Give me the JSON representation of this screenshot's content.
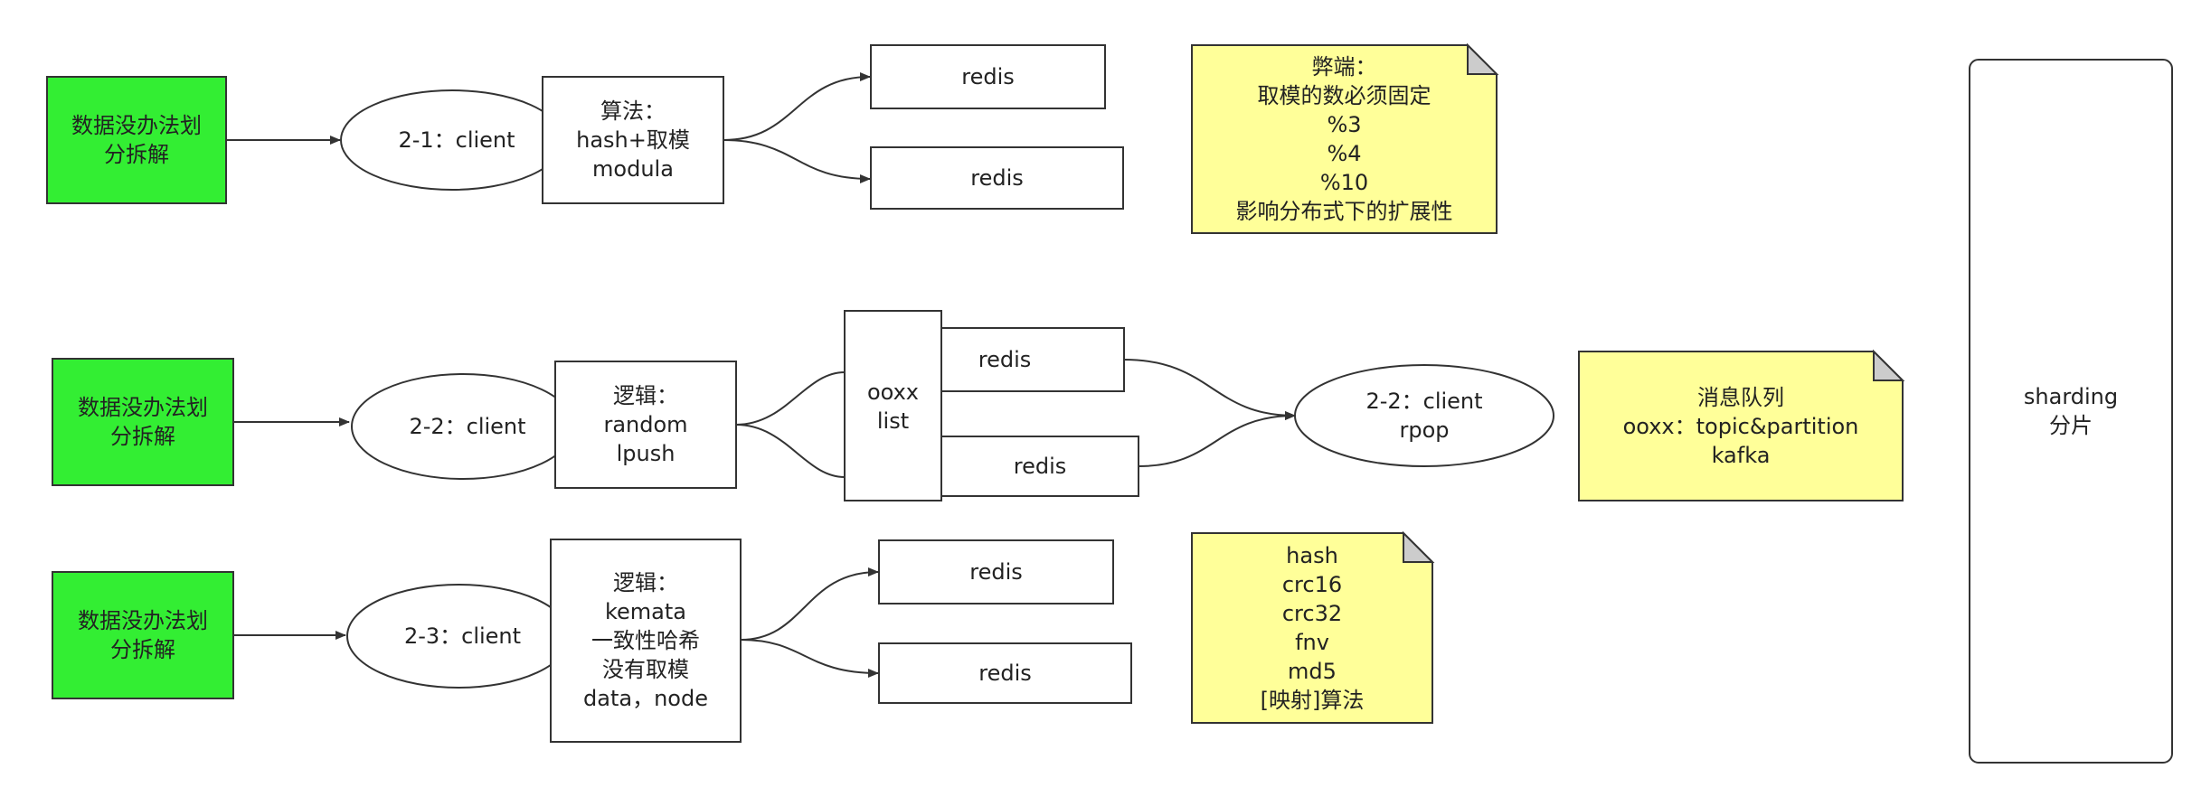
{
  "row1": {
    "source": [
      "数据没办法划",
      "分拆解"
    ],
    "client": "2-1：client",
    "algo": [
      "算法：",
      "hash+取模",
      "modula"
    ],
    "redis_a": "redis",
    "redis_b": "redis",
    "note": [
      "弊端：",
      "取模的数必须固定",
      "%3",
      "%4",
      "%10",
      "影响分布式下的扩展性"
    ]
  },
  "row2": {
    "source": [
      "数据没办法划",
      "分拆解"
    ],
    "client": "2-2：client",
    "logic": [
      "逻辑：",
      "random",
      "lpush"
    ],
    "list": [
      "ooxx",
      "list"
    ],
    "redis_a": "redis",
    "redis_b": "redis",
    "consumer": [
      "2-2：client",
      "rpop"
    ],
    "note": [
      "消息队列",
      "ooxx：topic&partition",
      "kafka"
    ]
  },
  "row3": {
    "source": [
      "数据没办法划",
      "分拆解"
    ],
    "client": "2-3：client",
    "logic": [
      "逻辑：",
      "kemata",
      "一致性哈希",
      "没有取模",
      "data，node"
    ],
    "redis_a": "redis",
    "redis_b": "redis",
    "note": [
      "hash",
      "crc16",
      "crc32",
      "fnv",
      "md5",
      "[映射]算法"
    ]
  },
  "sharding": [
    "sharding",
    "分片"
  ],
  "colors": {
    "green": "#33ee33",
    "note": "#ffff99",
    "stroke": "#333333",
    "fold": "#cccccc"
  }
}
